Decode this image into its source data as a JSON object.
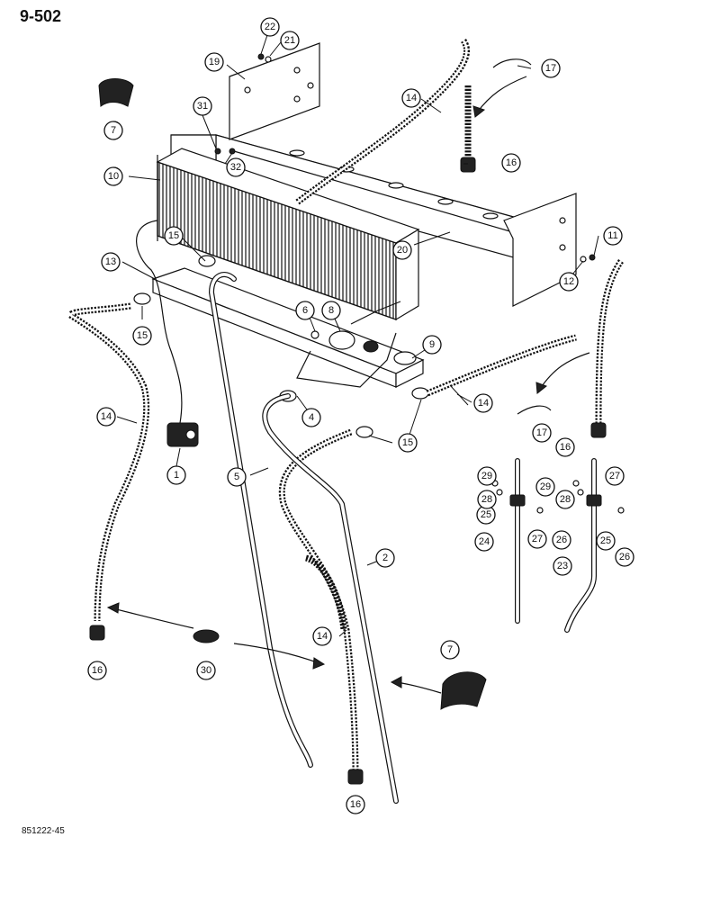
{
  "page_title": "9-502",
  "drawing_id": "851222-45",
  "callouts": [
    {
      "id": "c1",
      "label": "1"
    },
    {
      "id": "c2",
      "label": "2"
    },
    {
      "id": "c4",
      "label": "4"
    },
    {
      "id": "c5",
      "label": "5"
    },
    {
      "id": "c6",
      "label": "6"
    },
    {
      "id": "c7a",
      "label": "7"
    },
    {
      "id": "c7b",
      "label": "7"
    },
    {
      "id": "c8",
      "label": "8"
    },
    {
      "id": "c9",
      "label": "9"
    },
    {
      "id": "c10",
      "label": "10"
    },
    {
      "id": "c11",
      "label": "11"
    },
    {
      "id": "c12",
      "label": "12"
    },
    {
      "id": "c13",
      "label": "13"
    },
    {
      "id": "c14a",
      "label": "14"
    },
    {
      "id": "c14b",
      "label": "14"
    },
    {
      "id": "c14c",
      "label": "14"
    },
    {
      "id": "c14d",
      "label": "14"
    },
    {
      "id": "c15a",
      "label": "15"
    },
    {
      "id": "c15b",
      "label": "15"
    },
    {
      "id": "c15c",
      "label": "15"
    },
    {
      "id": "c16a",
      "label": "16"
    },
    {
      "id": "c16b",
      "label": "16"
    },
    {
      "id": "c16c",
      "label": "16"
    },
    {
      "id": "c16d",
      "label": "16"
    },
    {
      "id": "c17a",
      "label": "17"
    },
    {
      "id": "c17b",
      "label": "17"
    },
    {
      "id": "c19",
      "label": "19"
    },
    {
      "id": "c20",
      "label": "20"
    },
    {
      "id": "c21",
      "label": "21"
    },
    {
      "id": "c22",
      "label": "22"
    },
    {
      "id": "c23",
      "label": "23"
    },
    {
      "id": "c24",
      "label": "24"
    },
    {
      "id": "c25a",
      "label": "25"
    },
    {
      "id": "c25b",
      "label": "25"
    },
    {
      "id": "c26a",
      "label": "26"
    },
    {
      "id": "c26b",
      "label": "26"
    },
    {
      "id": "c27a",
      "label": "27"
    },
    {
      "id": "c27b",
      "label": "27"
    },
    {
      "id": "c28a",
      "label": "28"
    },
    {
      "id": "c28b",
      "label": "28"
    },
    {
      "id": "c29a",
      "label": "29"
    },
    {
      "id": "c29b",
      "label": "29"
    },
    {
      "id": "c30",
      "label": "30"
    },
    {
      "id": "c31",
      "label": "31"
    },
    {
      "id": "c32",
      "label": "32"
    }
  ]
}
